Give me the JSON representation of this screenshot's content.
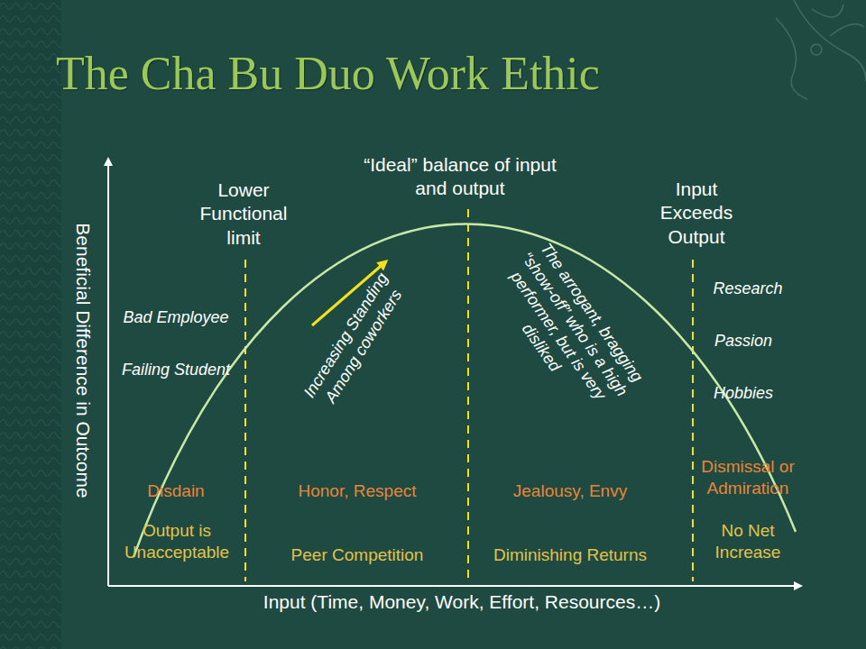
{
  "diagram": {
    "title": "The Cha Bu Duo Work Ethic",
    "labels": [
      "Beneficial Difference in Outcome",
      "Input (Time, Money, Work, Effort, Resources…)",
      "Lower Functional limit",
      "“Ideal” balance of input and output",
      "Input Exceeds Output",
      "Bad Employee",
      "Failing Student",
      "Increasing Standing Among coworkers",
      "The arrogant, bragging “show-off” who is a high performer, but is very disliked",
      "Research",
      "Passion",
      "Hobbies",
      "Disdain",
      "Honor, Respect",
      "Jealousy, Envy",
      "Dismissal or Admiration",
      "Output is Unacceptable",
      "Peer Competition",
      "Diminishing Returns",
      "No Net Increase"
    ]
  }
}
